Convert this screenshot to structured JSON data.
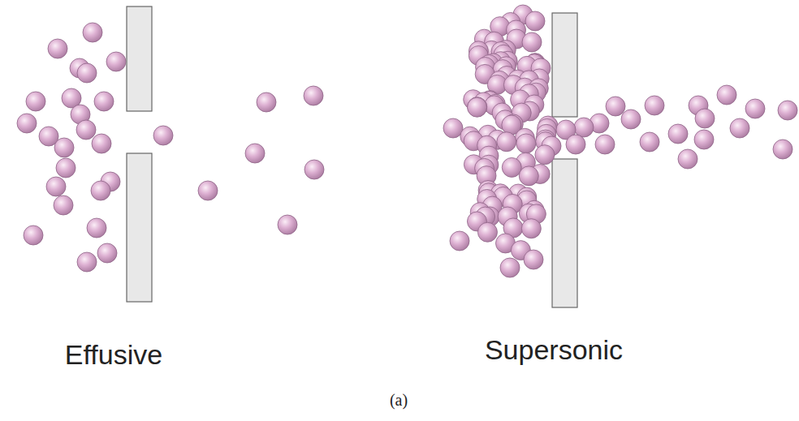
{
  "diagram": {
    "caption": "(a)",
    "labels": [
      "Effusive",
      "Supersonic"
    ]
  }
}
